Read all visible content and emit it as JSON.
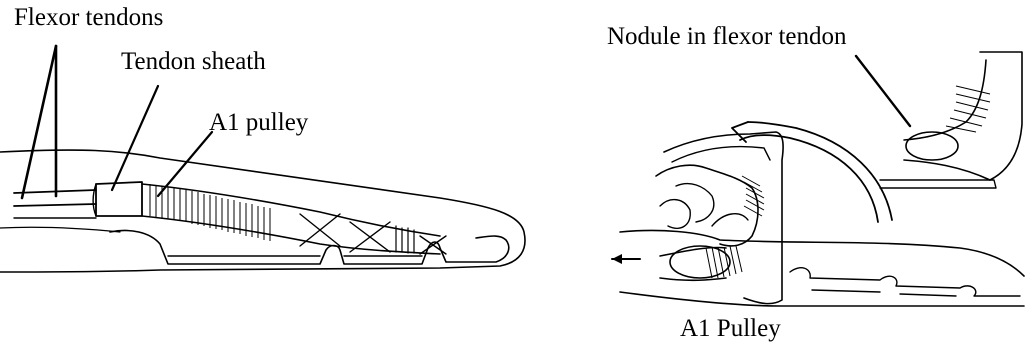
{
  "left_figure": {
    "labels": {
      "flexor_tendons": "Flexor tendons",
      "tendon_sheath": "Tendon sheath",
      "a1_pulley": "A1 pulley"
    }
  },
  "right_figure": {
    "labels": {
      "nodule": "Nodule in flexor tendon",
      "a1_pulley": "A1 Pulley"
    }
  },
  "colors": {
    "ink": "#000000",
    "background": "#ffffff"
  }
}
